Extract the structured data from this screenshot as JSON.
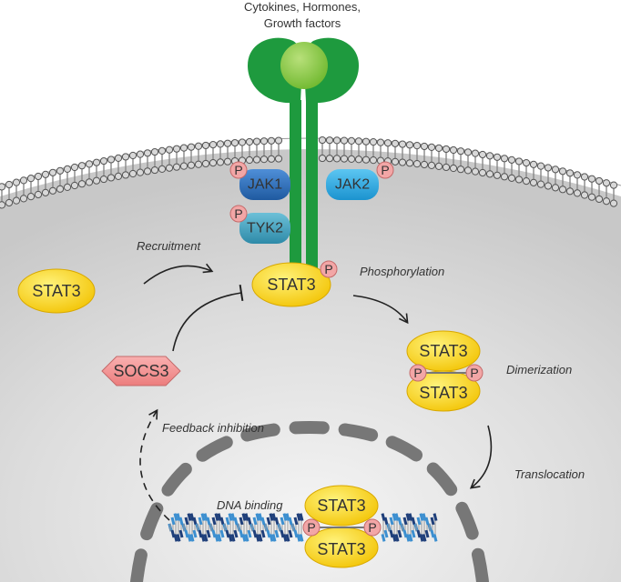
{
  "header": {
    "ligand_line1": "Cytokines, Hormones,",
    "ligand_line2": "Growth factors"
  },
  "kinases": {
    "jak1": "JAK1",
    "jak2": "JAK2",
    "tyk2": "TYK2"
  },
  "stat3": "STAT3",
  "phospho": "P",
  "socs3": "SOCS3",
  "steps": {
    "recruitment": "Recruitment",
    "phosphorylation": "Phosphorylation",
    "dimerization": "Dimerization",
    "translocation": "Translocation",
    "feedback": "Feedback inhibition",
    "dna_binding": "DNA binding"
  },
  "colors": {
    "receptor": "#1e9a3e",
    "ligand": "#8cc63f",
    "stat3": "#f7d200",
    "jak1": "#2e6fb8",
    "jak2": "#29a9e1",
    "tyk2": "#3a9fbf",
    "phospho": "#f2a6a6",
    "socs3": "#f28b8b",
    "cytoplasm": "#d6d6d6"
  }
}
